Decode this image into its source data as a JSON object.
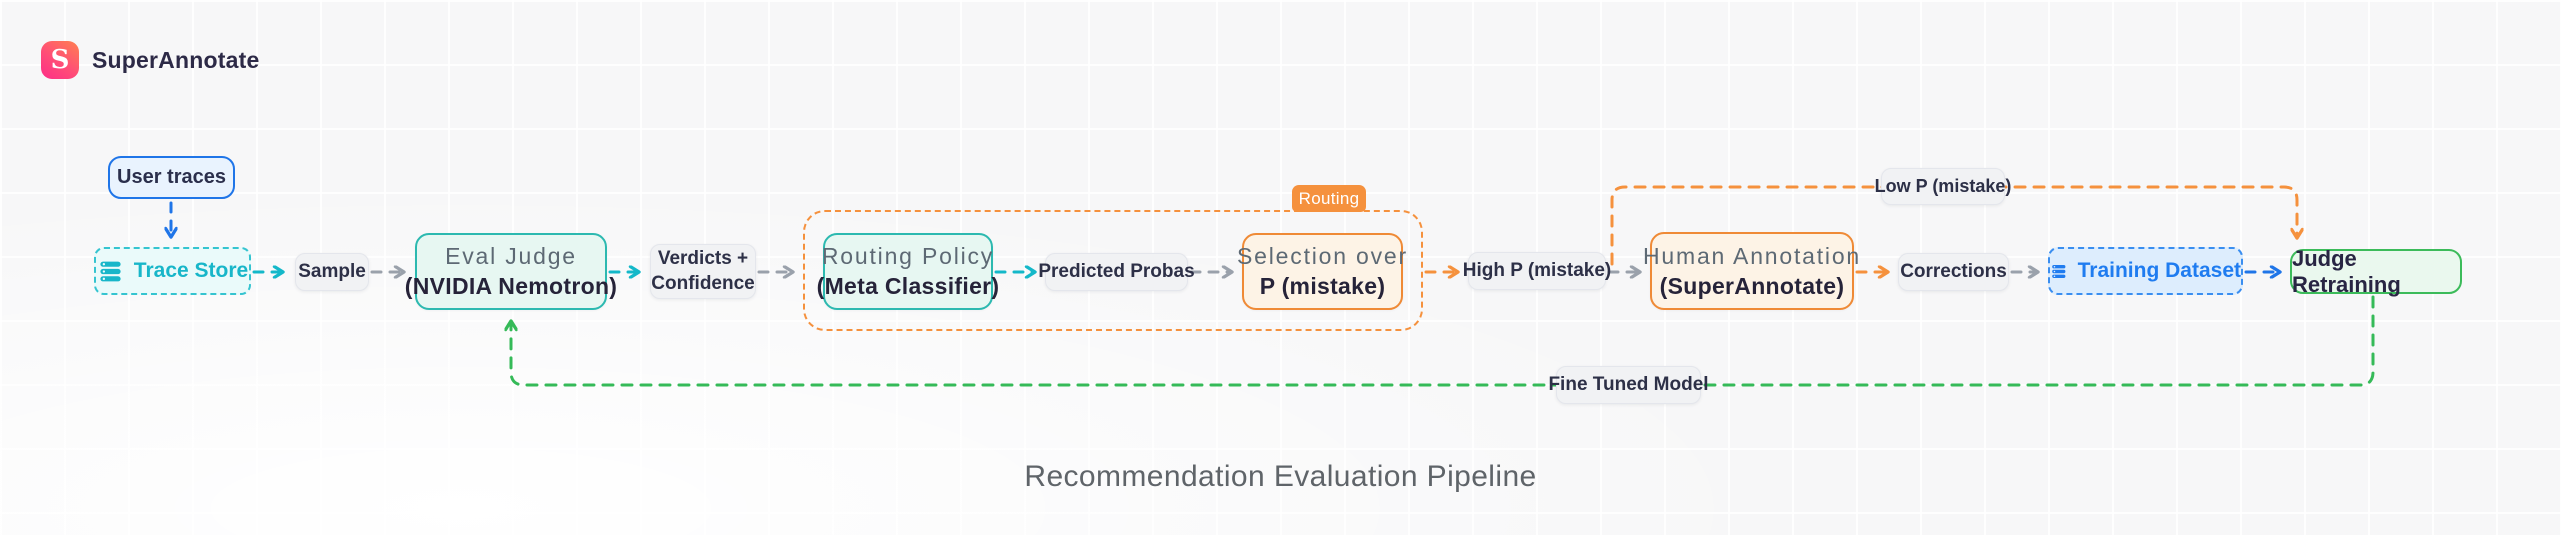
{
  "brand": {
    "name": "SuperAnnotate",
    "logo_letter": "S"
  },
  "title": "Recommendation Evaluation Pipeline",
  "nodes": {
    "user_traces": {
      "label": "User traces"
    },
    "trace_store": {
      "label": "Trace Store",
      "icon": "database-stack-icon"
    },
    "eval_judge": {
      "line1": "Eval Judge",
      "line2": "(NVIDIA Nemotron)"
    },
    "routing_policy": {
      "line1": "Routing Policy",
      "line2": "(Meta Classifier)"
    },
    "selection": {
      "line1": "Selection over",
      "line2": "P (mistake)"
    },
    "human_annotation": {
      "line1": "Human Annotation",
      "line2": "(SuperAnnotate)"
    },
    "training_dataset": {
      "label": "Training Dataset",
      "icon": "database-stack-icon"
    },
    "judge_retraining": {
      "label": "Judge Retraining"
    }
  },
  "group": {
    "routing_tag": "Routing"
  },
  "edge_labels": {
    "sample": "Sample",
    "verdicts_line1": "Verdicts +",
    "verdicts_line2": "Confidence",
    "predicted_probas": "Predicted Probas",
    "high_p": "High P (mistake)",
    "low_p": "Low P (mistake)",
    "corrections": "Corrections",
    "fine_tuned_model": "Fine Tuned Model"
  },
  "colors": {
    "blue": "#1f75e8",
    "teal_arrow": "#14b8c9",
    "teal_border": "#2cb9b0",
    "cyan_store": "#35c4d0",
    "orange": "#f5913d",
    "green": "#35ba58",
    "gray_arrow": "#9aa1ab",
    "navy_text": "#262339",
    "gray_text": "#5d6974",
    "chip_bg": "#f1f2f4",
    "brand_gradient_start": "#ff8050",
    "brand_gradient_end": "#fd2d88"
  }
}
